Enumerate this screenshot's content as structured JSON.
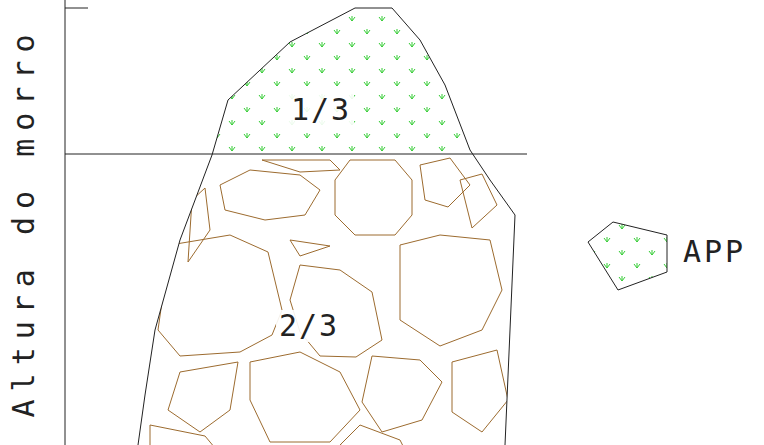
{
  "diagram": {
    "labels": [
      "Altura do morro",
      "1/3",
      "2/3"
    ],
    "legend": [
      {
        "text": "APP"
      }
    ]
  }
}
